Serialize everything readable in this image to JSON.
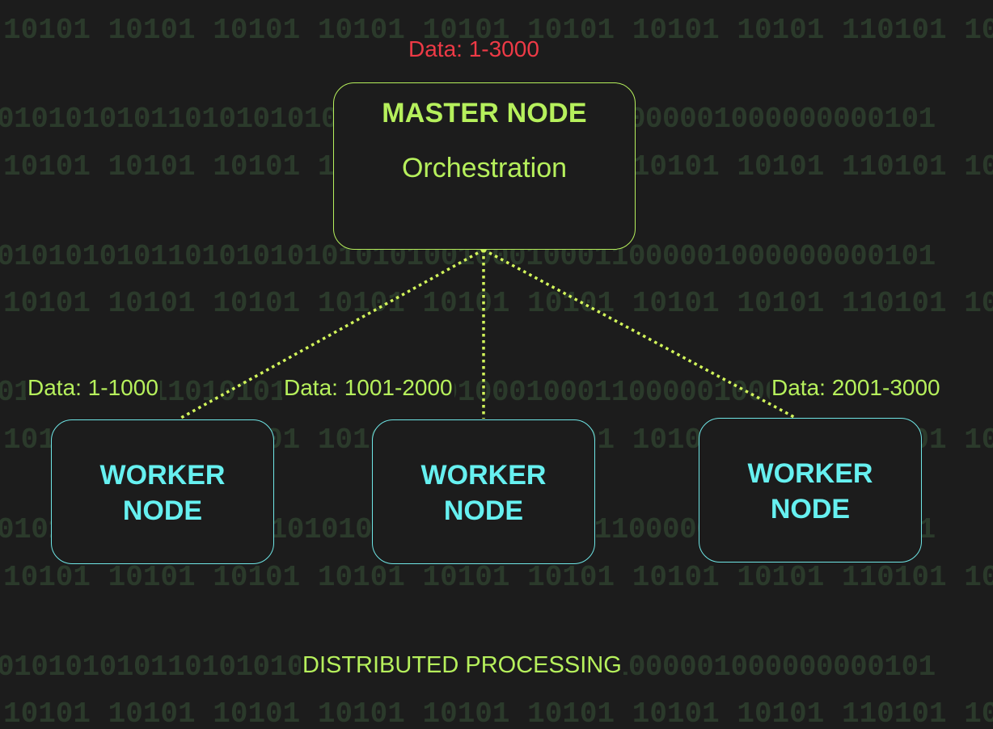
{
  "background": {
    "binary_rows": [
      "10101  10101  10101  10101  10101  10101  10101  10101  110101  10101",
      "0101010101101010101010101001000100011000001000000000101",
      "10101  10101  10101  10101  10101  10101  10101  10101  110101  10101",
      "0101010101101010101010101001000100011000001000000000101",
      "10101  10101  10101  10101  10101  10101  10101  10101  110101  10101",
      "0101010101101010101010101001000100011000001000000000101",
      "10101  10101  10101  10101  10101  10101  10101  10101  110101  10101",
      "0101010101101010101010101001000100011000001000000000101",
      "10101  10101  10101  10101  10101  10101  10101  10101  110101  10101",
      "0101010101101010101010101001000100011000001000000000101",
      "10101  10101  10101  10101  10101  10101  10101  10101  110101  10101"
    ]
  },
  "master": {
    "data_range": "Data: 1-3000",
    "title": "MASTER NODE",
    "subtitle": "Orchestration"
  },
  "workers": [
    {
      "label": "WORKER\nNODE",
      "data_range": "Data: 1-1000"
    },
    {
      "label": "WORKER\nNODE",
      "data_range": "Data: 1001-2000"
    },
    {
      "label": "WORKER\nNODE",
      "data_range": "Data: 2001-3000"
    }
  ],
  "footer": "DISTRIBUTED PROCESSING",
  "colors": {
    "background": "#1c1c1c",
    "master_accent": "#b6f05c",
    "worker_accent": "#66f0f0",
    "total_data": "#ee3a46",
    "binary_text": "#2b3a2b"
  }
}
